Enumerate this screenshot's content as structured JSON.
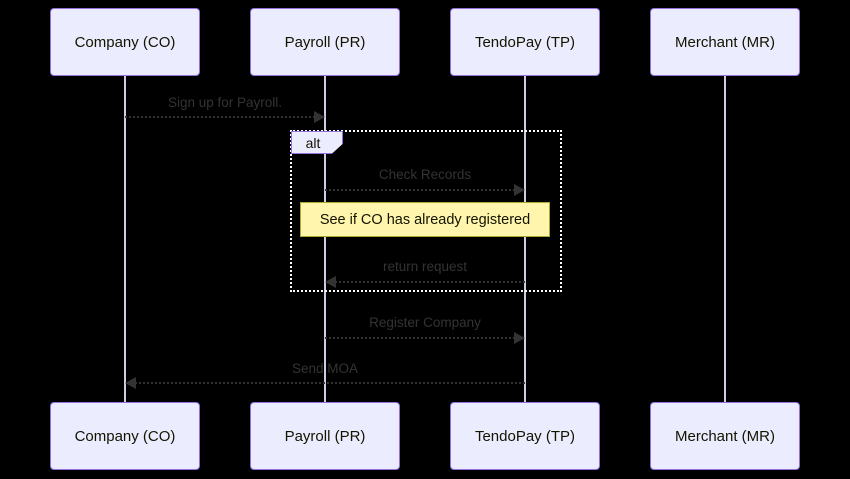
{
  "diagram": {
    "type": "sequence-diagram",
    "title": "",
    "background_color": "#000000",
    "participant_fill": "#ECECFF",
    "participant_border": "#9370DB",
    "lifeline_color": "#D5CAE4",
    "message_color": "#333333",
    "note_fill": "#FFF5AD",
    "note_border": "#AAAA33",
    "frame_border": "#FFFFFF"
  },
  "participants": [
    {
      "id": "CO",
      "label": "Company (CO)"
    },
    {
      "id": "PR",
      "label": "Payroll (PR)"
    },
    {
      "id": "TP",
      "label": "TendoPay (TP)"
    },
    {
      "id": "MR",
      "label": "Merchant (MR)"
    }
  ],
  "participants_bottom": [
    {
      "id": "CO",
      "label": "Company (CO)"
    },
    {
      "id": "PR",
      "label": "Payroll (PR)"
    },
    {
      "id": "TP",
      "label": "TendoPay (TP)"
    },
    {
      "id": "MR",
      "label": "Merchant (MR)"
    }
  ],
  "messages": [
    {
      "id": "m1",
      "from": "CO",
      "to": "PR",
      "label": "Sign up for Payroll.",
      "direction": "right",
      "style": "dashed"
    },
    {
      "id": "m2",
      "from": "PR",
      "to": "TP",
      "label": "Check Records",
      "direction": "right",
      "style": "dashed"
    },
    {
      "id": "m3",
      "from": "TP",
      "to": "PR",
      "label": "return request",
      "direction": "left",
      "style": "dashed"
    },
    {
      "id": "m4",
      "from": "PR",
      "to": "TP",
      "label": "Register Company",
      "direction": "right",
      "style": "dashed"
    },
    {
      "id": "m5",
      "from": "TP",
      "to": "CO",
      "label": "Send MOA",
      "direction": "left",
      "style": "dashed"
    }
  ],
  "fragments": [
    {
      "id": "alt1",
      "kind": "alt",
      "label": "alt"
    }
  ],
  "notes": [
    {
      "id": "n1",
      "text": "See if CO has already registered",
      "over": "PR-TP"
    }
  ]
}
